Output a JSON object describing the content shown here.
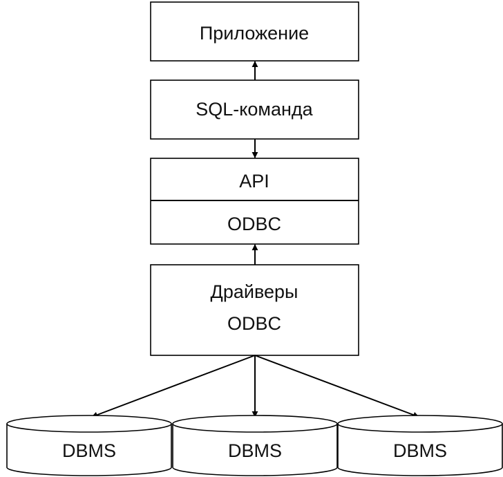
{
  "nodes": {
    "application": {
      "label": "Приложение"
    },
    "sql_command": {
      "label": "SQL-команда"
    },
    "api": {
      "label": "API"
    },
    "odbc": {
      "label": "ODBC"
    },
    "drivers": {
      "line1": "Драйверы",
      "line2": "ODBC"
    },
    "dbms": [
      {
        "label": "DBMS"
      },
      {
        "label": "DBMS"
      },
      {
        "label": "DBMS"
      }
    ]
  },
  "edges": [
    {
      "from": "sql_command",
      "to": "application",
      "direction": "up"
    },
    {
      "from": "sql_command",
      "to": "api",
      "direction": "down"
    },
    {
      "from": "drivers",
      "to": "odbc",
      "direction": "up"
    },
    {
      "from": "drivers",
      "to": "dbms.0",
      "direction": "down"
    },
    {
      "from": "drivers",
      "to": "dbms.1",
      "direction": "down"
    },
    {
      "from": "drivers",
      "to": "dbms.2",
      "direction": "down"
    }
  ],
  "colors": {
    "stroke": "#000000",
    "fill": "#ffffff",
    "text": "#111111"
  }
}
